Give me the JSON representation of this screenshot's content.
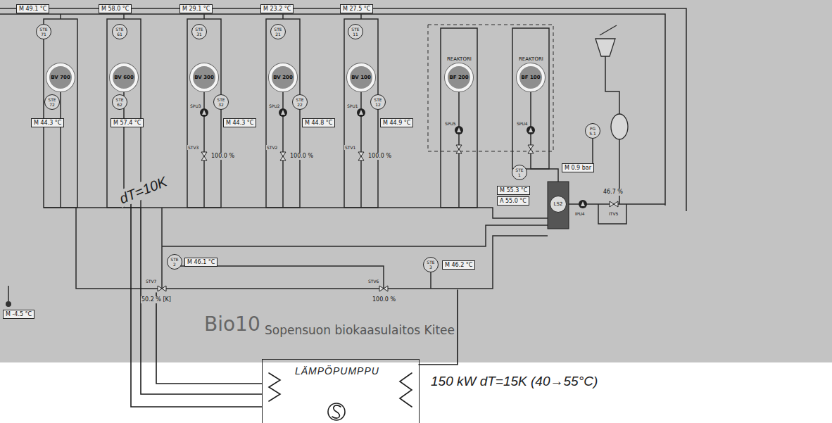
{
  "diagram": {
    "title": "Sopensuon biokaasulaitos Kitee",
    "nodes": [
      {
        "text": [
          "M 49.1 °C"
        ]
      },
      {
        "text": [
          "STE 71"
        ]
      },
      {
        "text": [
          "BV 700"
        ]
      },
      {
        "text": [
          "STE 72"
        ]
      },
      {
        "text": [
          "M 44.3 °C"
        ]
      },
      {
        "text": [
          "M 58.0 °C"
        ]
      },
      {
        "text": [
          "STE 61"
        ]
      },
      {
        "text": [
          "BV 600"
        ]
      },
      {
        "text": [
          "STE 62"
        ]
      },
      {
        "text": [
          "M 57.4 °C"
        ]
      },
      {
        "text": [
          "M 29.1 °C"
        ]
      },
      {
        "text": [
          "STE 31"
        ]
      },
      {
        "text": [
          "BV 300"
        ]
      },
      {
        "text": [
          "STE 32"
        ]
      },
      {
        "text": [
          "M 44.3 °C"
        ]
      },
      {
        "text": [
          "M 23.2 °C"
        ]
      },
      {
        "text": [
          "STE 21"
        ]
      },
      {
        "text": [
          "BV 200"
        ]
      },
      {
        "text": [
          "STE 22"
        ]
      },
      {
        "text": [
          "M 44.8 °C"
        ]
      },
      {
        "text": [
          "M 27.5 °C"
        ]
      },
      {
        "text": [
          "STE 11"
        ]
      },
      {
        "text": [
          "BV 100"
        ]
      },
      {
        "text": [
          "STE 12"
        ]
      },
      {
        "text": [
          "M 44.9 °C"
        ]
      },
      {
        "text": [
          "BF 200"
        ]
      },
      {
        "text": [
          "BF 100"
        ]
      },
      {
        "text": [
          "PG 5.1"
        ]
      },
      {
        "text": [
          "M 0.9 bar"
        ]
      },
      {
        "text": [
          "STE 1"
        ]
      },
      {
        "text": [
          "M 55.3 °C"
        ]
      },
      {
        "text": [
          "A 55.0 °C"
        ]
      },
      {
        "text": [
          "LS2"
        ]
      },
      {
        "text": [
          "STE 2"
        ]
      },
      {
        "text": [
          "M 46.1 °C"
        ]
      },
      {
        "text": [
          "STE 3"
        ]
      },
      {
        "text": [
          "M 46.2 °C"
        ]
      },
      {
        "text": [
          "M -4.5 °C"
        ]
      },
      {
        "text": [
          "LÄMPÖPUMPPU"
        ]
      }
    ],
    "labels": [
      "REAKTORI",
      "REAKTORI",
      "SPU3",
      "SPU2",
      "SPU1",
      "SPU5",
      "SPU4",
      "STV3",
      "100.0 %",
      "STV2",
      "100.0 %",
      "STV1",
      "100.0 %",
      "IPU4",
      "46.7 %",
      "ITV5",
      "STV7",
      "50.2 % [K]",
      "STV6",
      "100.0 %",
      "Bio10",
      "dT=10K",
      "150 kW dT=15K (40→55°C)"
    ]
  }
}
